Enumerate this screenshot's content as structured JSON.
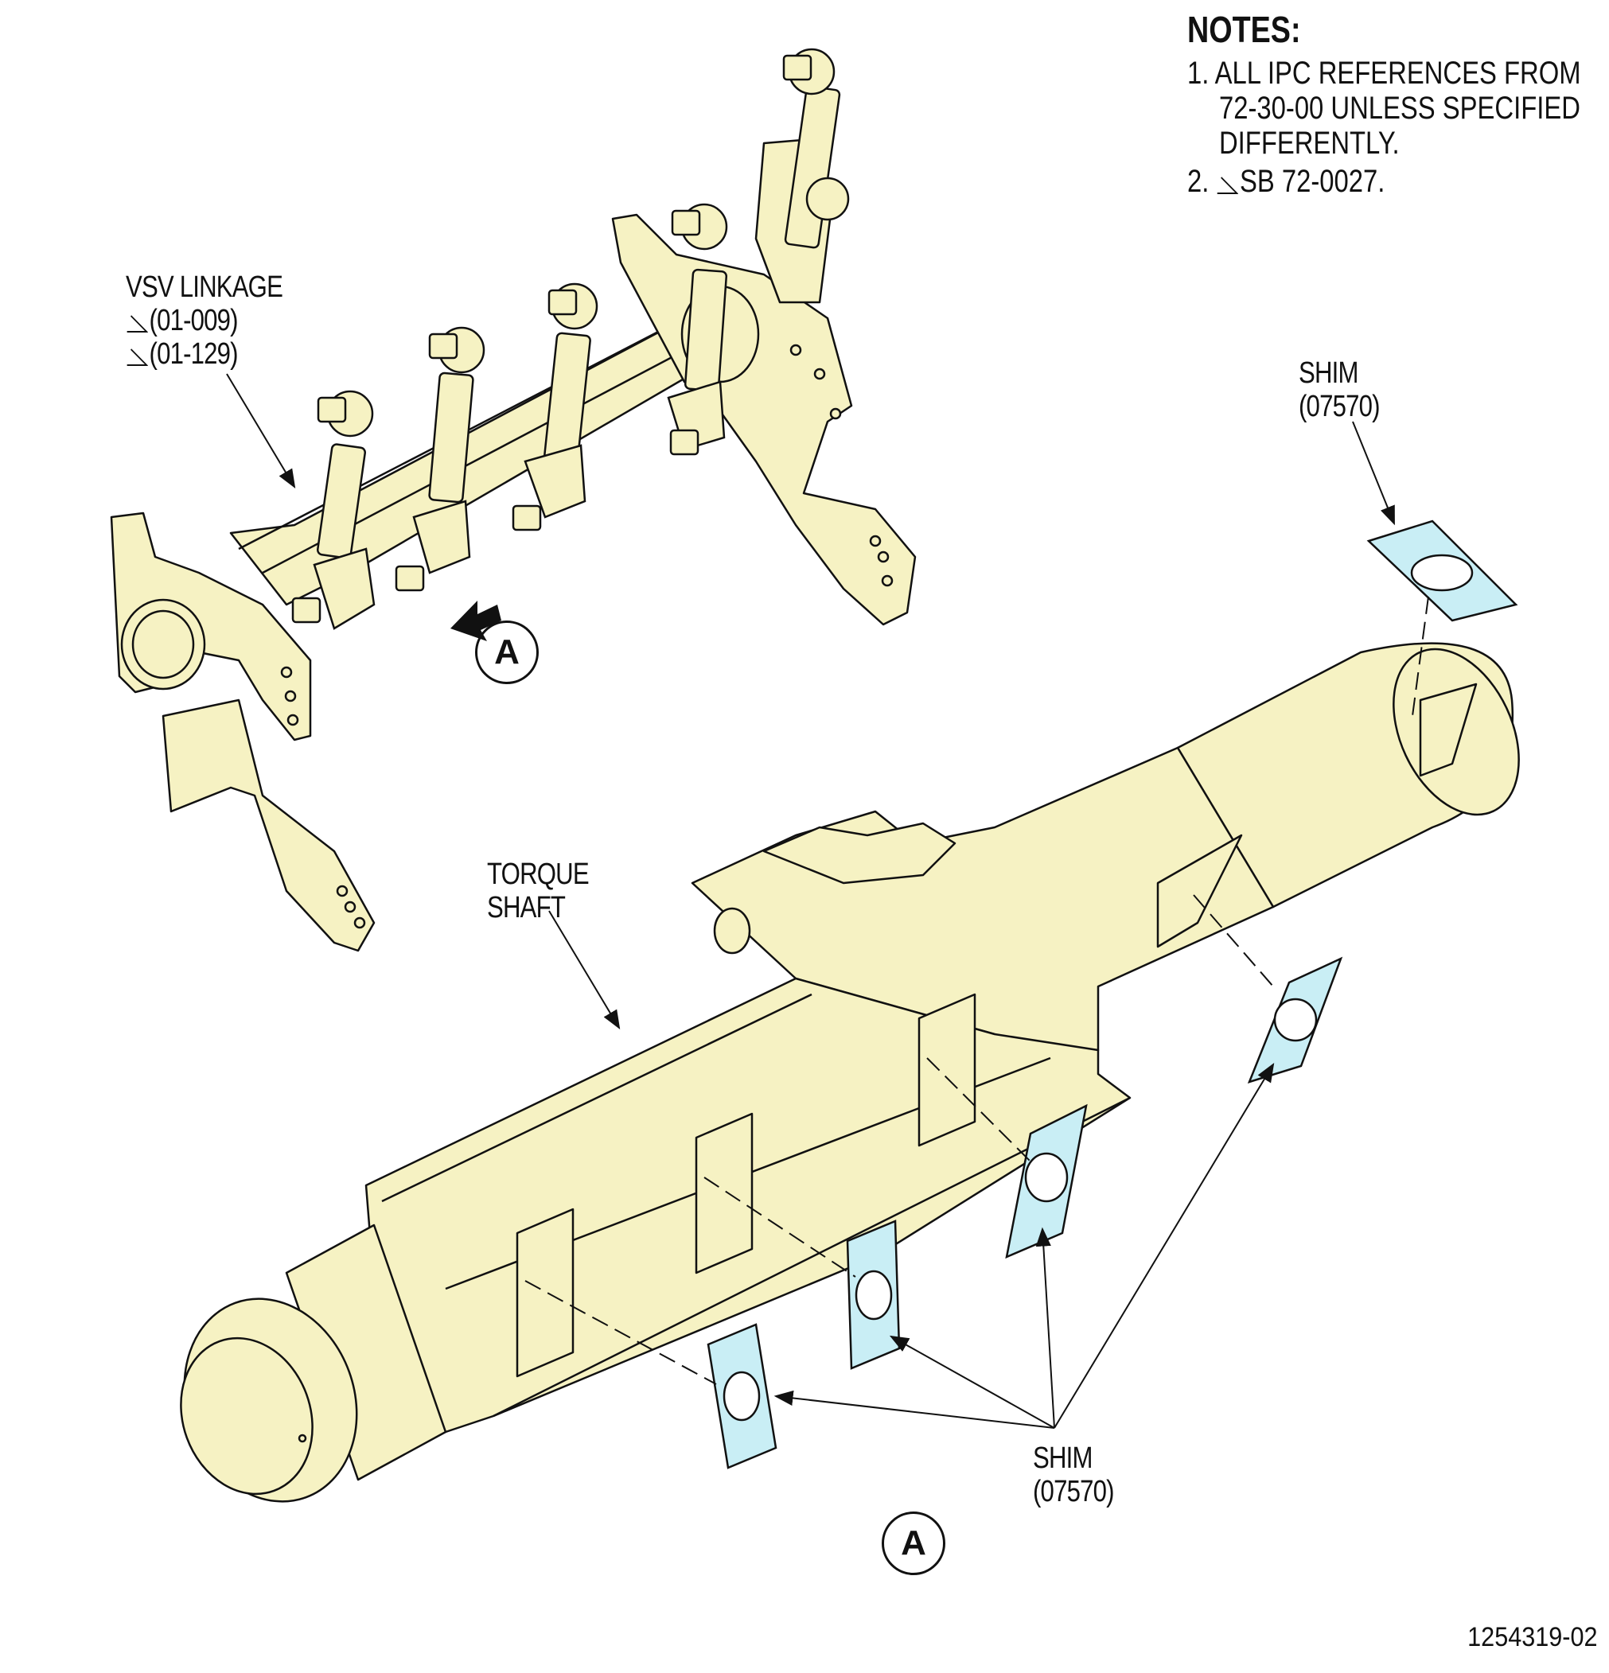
{
  "notes": {
    "title": "NOTES:",
    "items": [
      "1. ALL IPC REFERENCES FROM",
      "72-30-00 UNLESS SPECIFIED",
      "DIFFERENTLY.",
      "2.",
      "SB 72-0027."
    ]
  },
  "labels": {
    "vsv_linkage": "VSV LINKAGE",
    "vsv_ref_1": "(01-009)",
    "vsv_ref_2": "(01-129)",
    "shim_top": "SHIM",
    "shim_top_ref": "(07570)",
    "torque_shaft_1": "TORQUE",
    "torque_shaft_2": "SHAFT",
    "shim_bottom": "SHIM",
    "shim_bottom_ref": "(07570)",
    "view_a_small": "A",
    "view_a_large": "A"
  },
  "figure_number": "1254319-02",
  "colors": {
    "part_fill": "#f6f2c3",
    "shim_fill": "#c9eef5",
    "line": "#111111"
  }
}
